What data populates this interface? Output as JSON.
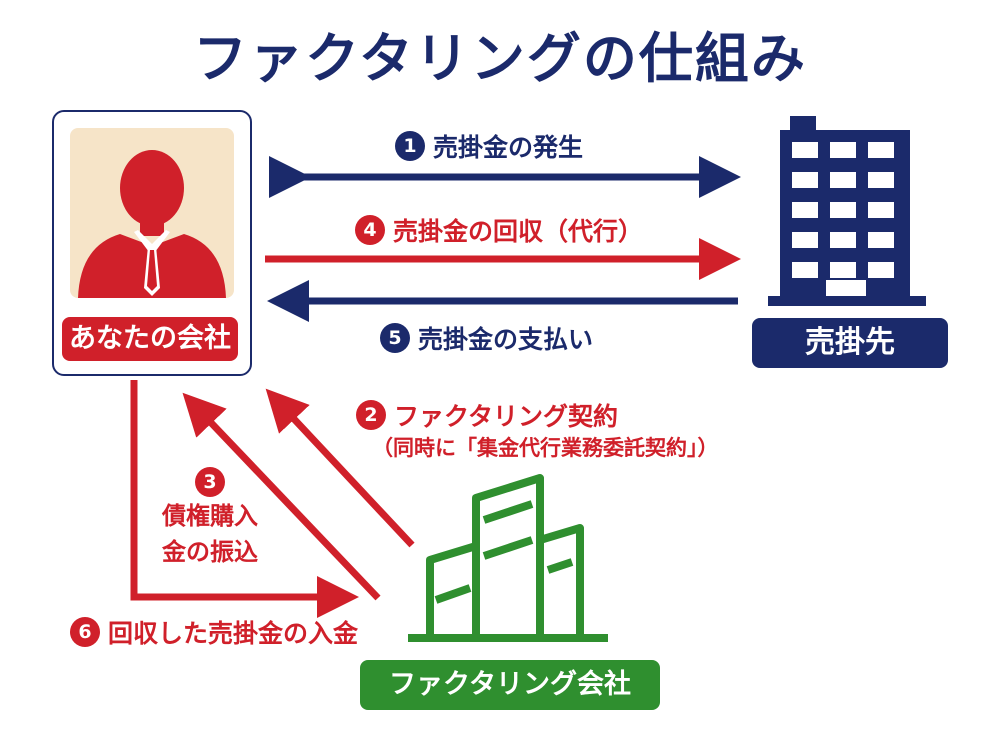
{
  "title": "ファクタリングの仕組み",
  "entities": {
    "you": {
      "label": "あなたの会社"
    },
    "buyer": {
      "label": "売掛先"
    },
    "factor": {
      "label": "ファクタリング会社"
    }
  },
  "flows": {
    "f1": {
      "num": "1",
      "label": "売掛金の発生"
    },
    "f4": {
      "num": "4",
      "label": "売掛金の回収（代行）"
    },
    "f5": {
      "num": "5",
      "label": "売掛金の支払い"
    },
    "f2": {
      "num": "2",
      "label": "ファクタリング契約",
      "sub": "（同時に「集金代行業務委託契約」）"
    },
    "f3": {
      "num": "3",
      "line1": "債権購入",
      "line2": "金の振込"
    },
    "f6": {
      "num": "6",
      "label": "回収した売掛金の入金"
    }
  },
  "colors": {
    "navy": "#1b2a6b",
    "red": "#d0202a",
    "green": "#2f8f2f"
  },
  "icons": {
    "you": "person-icon",
    "buyer": "office-building-icon",
    "factor": "green-buildings-icon"
  }
}
